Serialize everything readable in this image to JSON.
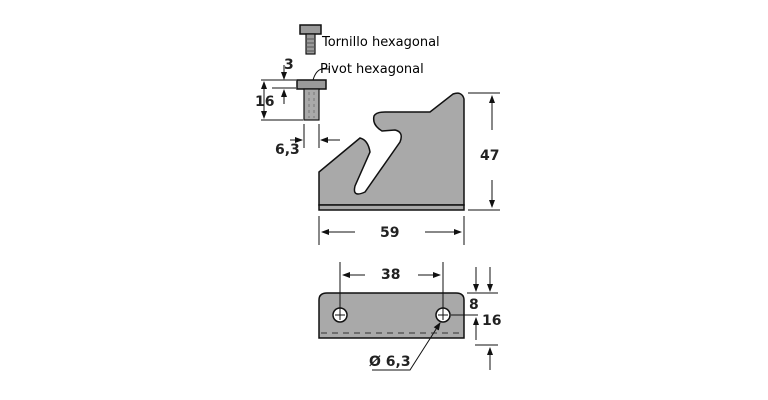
{
  "labels": {
    "hex_bolt": "Tornillo hexagonal",
    "hex_pivot": "Pivot hexagonal"
  },
  "dimensions": {
    "head_height": "3",
    "pivot_length": "16",
    "pivot_diameter": "6,3",
    "bracket_height": "47",
    "bracket_width": "59",
    "hole_spacing": "38",
    "hole_offset": "8",
    "plate_height": "16",
    "hole_diameter": "Ø 6,3"
  },
  "colors": {
    "part_fill": "#a9a9a9",
    "outline": "#111111"
  }
}
